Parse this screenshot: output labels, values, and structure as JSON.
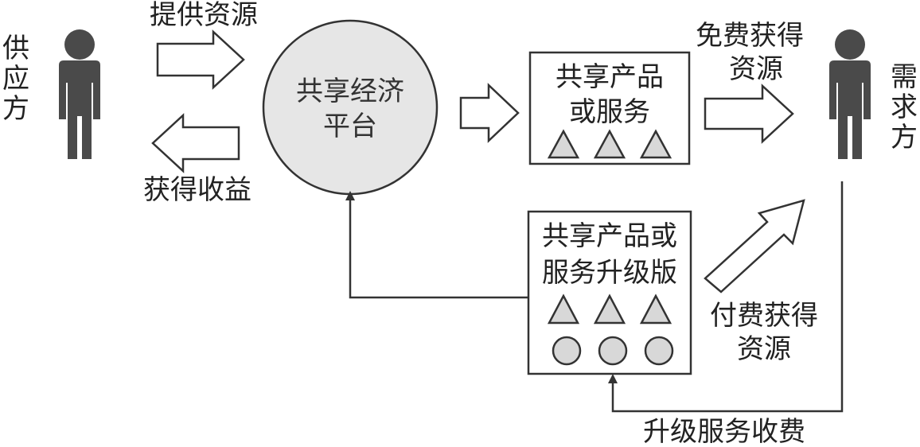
{
  "supplier": {
    "label": [
      "供",
      "应",
      "方"
    ]
  },
  "demander": {
    "label": [
      "需",
      "求",
      "方"
    ]
  },
  "arrows": {
    "provide_resources": "提供资源",
    "get_income": "获得收益",
    "free_access": [
      "免费获得",
      "资源"
    ],
    "paid_access": [
      "付费获得",
      "资源"
    ],
    "upgrade_fee": "升级服务收费"
  },
  "platform": {
    "label": [
      "共享经济",
      "平台"
    ]
  },
  "basic_box": {
    "label": [
      "共享产品",
      "或服务"
    ]
  },
  "upgrade_box": {
    "label": [
      "共享产品或",
      "服务升级版"
    ]
  },
  "colors": {
    "stroke": "#333333",
    "shape_fill": "#d8d8d8",
    "person": "#4a4a4a",
    "platform_fill": "#e6e6e6"
  }
}
